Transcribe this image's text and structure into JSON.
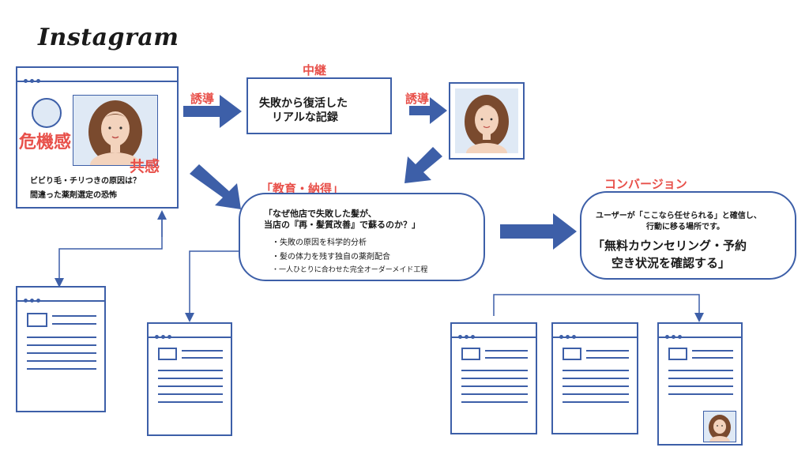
{
  "brand": "Instagram",
  "post": {
    "badge_danger": "危機感",
    "badge_empathy": "共感",
    "line1": "ビビり毛・チリつきの原因は？",
    "line2": "間違った薬剤選定の恐怖"
  },
  "relay": {
    "heading": "中継",
    "arrow_label_1": "誘導",
    "arrow_label_2": "誘導",
    "box_text_1": "失敗から復活した",
    "box_text_2": "リアルな記録"
  },
  "education": {
    "heading": "「教育・納得」",
    "quote_1": "「なぜ他店で失敗した髪が、",
    "quote_2": "当店の『再・髪質改善』で蘇るのか？」",
    "bullets": [
      "・失敗の原因を科学的分析",
      "・髪の体力を残す独自の薬剤配合",
      "・一人ひとりに合わせた完全オーダーメイド工程"
    ]
  },
  "conversion": {
    "heading": "コンバージョン",
    "desc_1": "ユーザーが「ここなら任せられる」と確信し、",
    "desc_2": "行動に移る場所です。",
    "cta_1": "「無料カウンセリング・予約",
    "cta_2": "空き状況を確認する」"
  },
  "colors": {
    "accent_red": "#e8504a",
    "blue": "#3d5fa8"
  }
}
